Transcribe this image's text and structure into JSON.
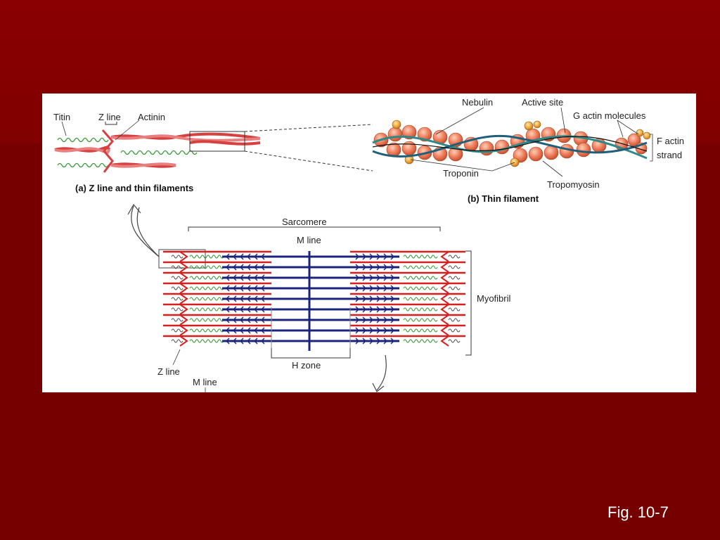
{
  "slide": {
    "caption": "Fig. 10-7",
    "background_color": "#750000",
    "panel_color": "#ffffff"
  },
  "panel_a": {
    "titin": "Titin",
    "z_line": "Z line",
    "actinin": "Actinin",
    "caption": "(a) Z line and thin filaments"
  },
  "panel_b": {
    "nebulin": "Nebulin",
    "active_site": "Active site",
    "g_actin": "G actin molecules",
    "f_actin_1": "F actin",
    "f_actin_2": "strand",
    "troponin": "Troponin",
    "tropomyosin": "Tropomyosin",
    "caption": "(b) Thin filament"
  },
  "sarcomere": {
    "sarcomere": "Sarcomere",
    "m_line_top": "M line",
    "myofibril": "Myofibril",
    "z_line": "Z line",
    "h_zone": "H zone",
    "m_line_bottom": "M line"
  },
  "colors": {
    "thin_filament": "#d42020",
    "thick_filament": "#1a237e",
    "titin": "#3a9a3a",
    "actin_sphere": "#f08060"
  }
}
